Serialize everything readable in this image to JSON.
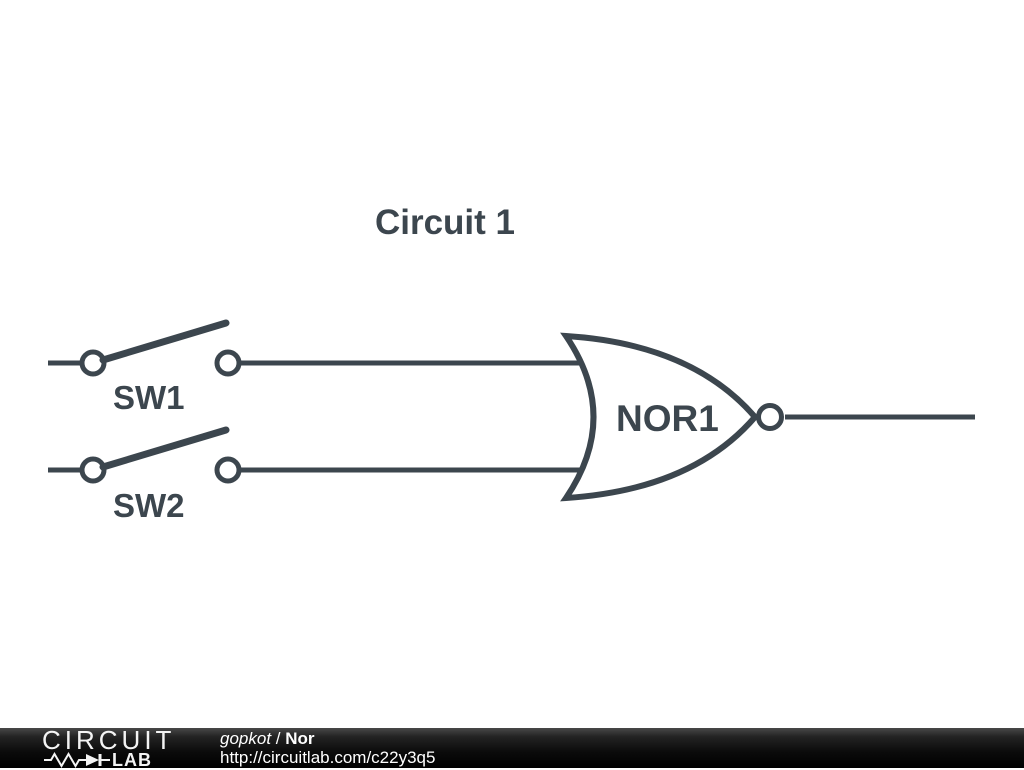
{
  "title": "Circuit 1",
  "colors": {
    "stroke": "#3c464e",
    "canvas_bg": "#ffffff",
    "footer_bg": "#000000",
    "footer_text": "#ffffff"
  },
  "components": {
    "sw1": {
      "label": "SW1",
      "type": "SPST switch (open)"
    },
    "sw2": {
      "label": "SW2",
      "type": "SPST switch (open)"
    },
    "nor1": {
      "label": "NOR1",
      "type": "NOR gate"
    }
  },
  "footer": {
    "logo_top": "CIRCUIT",
    "logo_bottom": "LAB",
    "author": "gopkot",
    "separator": " / ",
    "circuit_name": "Nor",
    "url": "http://circuitlab.com/c22y3q5"
  }
}
